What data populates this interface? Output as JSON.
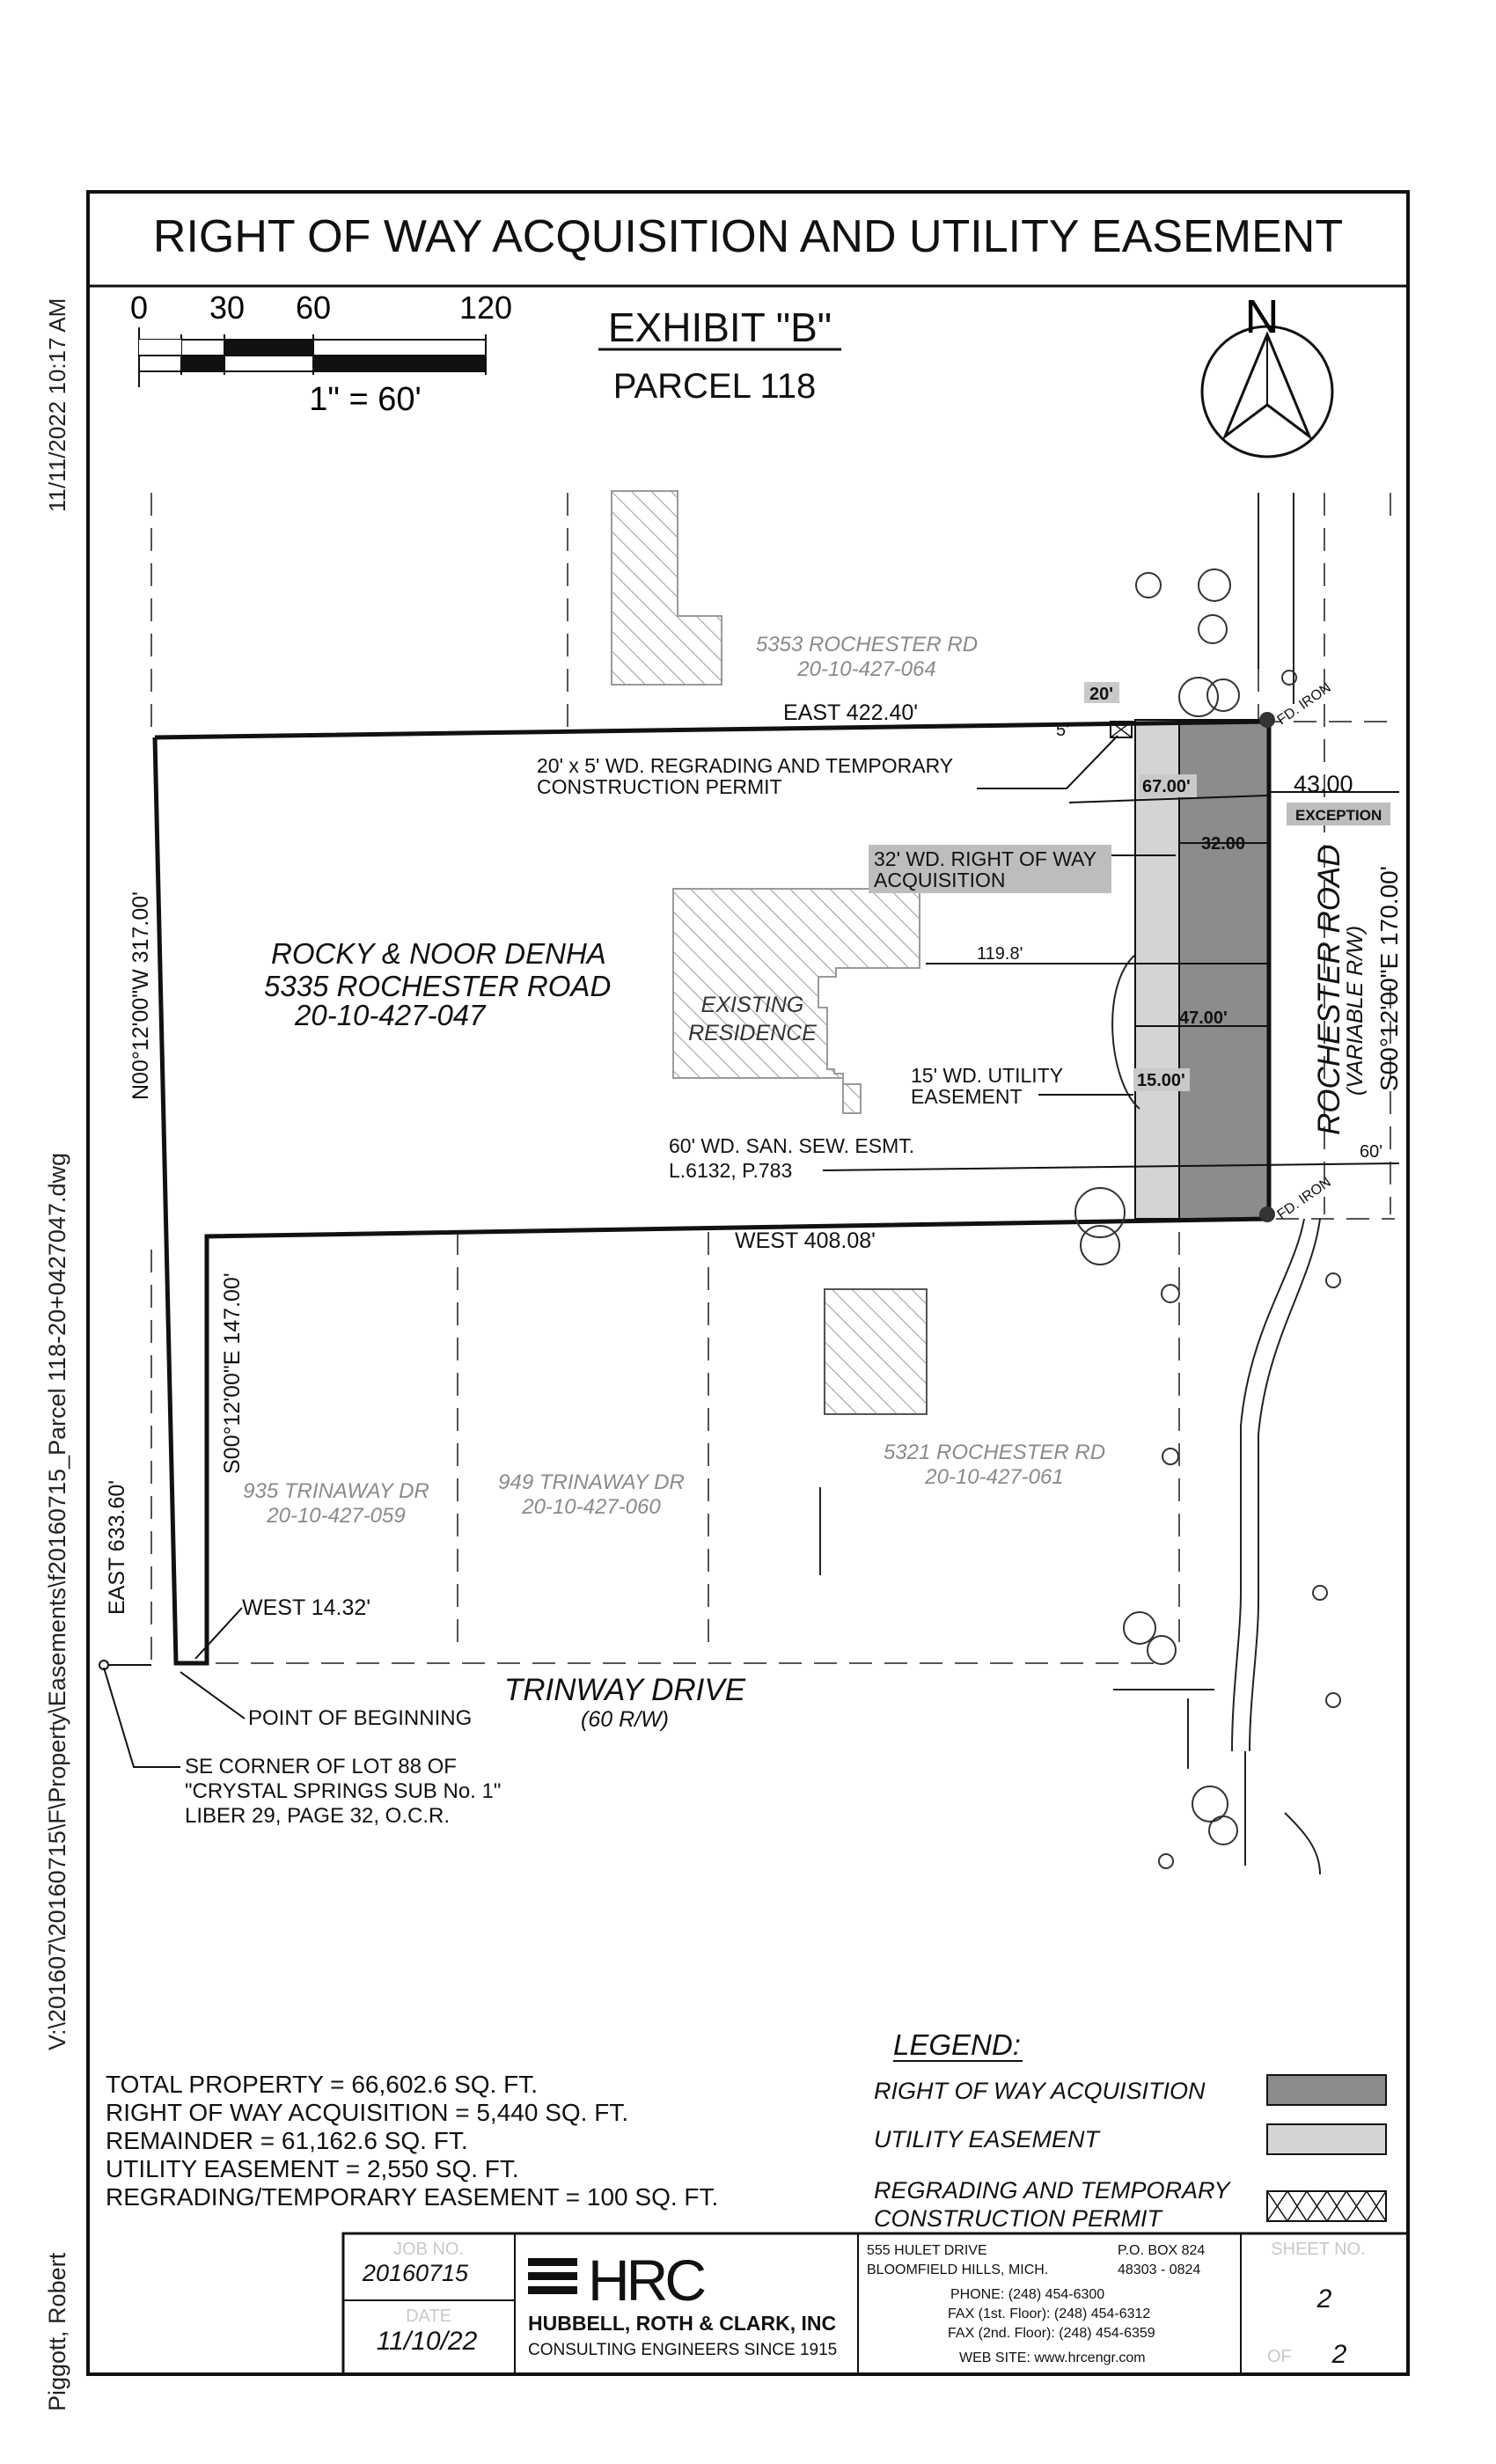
{
  "sidebar": {
    "timestamp": "11/11/2022 10:17 AM",
    "file_path": "V:\\201607\\20160715\\F\\Property\\Easements\\f20160715_Parcel 118-20+0427047.dwg",
    "author": "Piggott, Robert"
  },
  "header": {
    "title": "RIGHT OF WAY ACQUISITION AND UTILITY EASEMENT",
    "exhibit": "EXHIBIT \"B\"",
    "parcel": "PARCEL 118"
  },
  "scale": {
    "ticks": [
      "0",
      "30",
      "60",
      "120"
    ],
    "ratio": "1\" = 60'"
  },
  "north": "N",
  "parcels": {
    "north": {
      "address": "5353 ROCHESTER RD",
      "id": "20-10-427-064"
    },
    "south": {
      "address": "5321 ROCHESTER RD",
      "id": "20-10-427-061"
    },
    "trinaway_935": {
      "address": "935 TRINAWAY DR",
      "id": "20-10-427-059"
    },
    "trinaway_949": {
      "address": "949 TRINAWAY DR",
      "id": "20-10-427-060"
    },
    "subject": {
      "owner": "ROCKY & NOOR DENHA",
      "address": "5335 ROCHESTER ROAD",
      "id": "20-10-427-047"
    }
  },
  "labels": {
    "existing_residence_1": "EXISTING",
    "existing_residence_2": "RESIDENCE",
    "east_bearing": "EAST 422.40'",
    "west_bearing": "WEST 408.08'",
    "west_line": "N00°12'00\"W 317.00'",
    "south_line": "S00°12'00\"E 147.00'",
    "east_633": "EAST 633.60'",
    "west_14": "WEST 14.32'",
    "rochester_road": "ROCHESTER ROAD",
    "rochester_row": "(VARIABLE R/W)",
    "rochester_bearing": "S00°12'00\"E 170.00'",
    "trinway_drive": "TRINWAY DRIVE",
    "trinway_row": "(60 R/W)",
    "point_of_beginning": "POINT OF BEGINNING",
    "se_corner_1": "SE CORNER OF LOT 88 OF",
    "se_corner_2": "\"CRYSTAL SPRINGS SUB No. 1\"",
    "se_corner_3": "LIBER 29, PAGE 32, O.C.R.",
    "regrading_1": "20' x 5' WD. REGRADING AND TEMPORARY",
    "regrading_2": "CONSTRUCTION PERMIT",
    "row_acq_1": "32' WD. RIGHT OF WAY",
    "row_acq_2": "ACQUISITION",
    "utility_1": "15' WD. UTILITY",
    "utility_2": "EASEMENT",
    "san_sew_1": "60' WD. SAN. SEW. ESMT.",
    "san_sew_2": "L.6132, P.783",
    "fd_iron_top": "FD. IRON",
    "fd_iron_bottom": "FD. IRON",
    "exception": "EXCEPTION"
  },
  "dimensions": {
    "d20": "20'",
    "d5": "5'",
    "d67": "67.00'",
    "d32": "32.00",
    "d43": "43.00",
    "d119": "119.8'",
    "d47": "47.00'",
    "d15": "15.00'",
    "d60": "60'"
  },
  "areas": [
    "TOTAL PROPERTY = 66,602.6 SQ. FT.",
    "RIGHT OF WAY ACQUISITION = 5,440 SQ. FT.",
    "REMAINDER = 61,162.6 SQ. FT.",
    "UTILITY EASEMENT = 2,550 SQ. FT.",
    "REGRADING/TEMPORARY EASEMENT = 100 SQ. FT."
  ],
  "legend": {
    "title": "LEGEND:",
    "items": [
      {
        "label": "RIGHT OF WAY ACQUISITION",
        "color": "#8c8c8c"
      },
      {
        "label": "UTILITY EASEMENT",
        "color": "#d4d4d4"
      },
      {
        "label_1": "REGRADING AND TEMPORARY",
        "label_2": "CONSTRUCTION PERMIT",
        "color": "#ffffff"
      }
    ]
  },
  "title_block": {
    "job_no_label": "JOB NO.",
    "job_no": "20160715",
    "date_label": "DATE",
    "date": "11/10/22",
    "company": "HUBBELL, ROTH & CLARK, INC",
    "tagline": "CONSULTING ENGINEERS SINCE 1915",
    "logo": "HRC",
    "address_1": "555 HULET DRIVE",
    "address_2": "BLOOMFIELD HILLS, MICH.",
    "po_box": "P.O. BOX 824",
    "zip": "48303 - 0824",
    "phone": "PHONE: (248) 454-6300",
    "fax_1": "FAX (1st. Floor): (248) 454-6312",
    "fax_2": "FAX (2nd. Floor): (248) 454-6359",
    "web": "WEB SITE: www.hrcengr.com",
    "sheet_label": "SHEET NO.",
    "sheet": "2",
    "of_label": "OF",
    "of": "2"
  },
  "colors": {
    "row_acquisition": "#8c8c8c",
    "utility_easement": "#d4d4d4",
    "hatch": "#9a9a9a",
    "line": "#111111"
  }
}
